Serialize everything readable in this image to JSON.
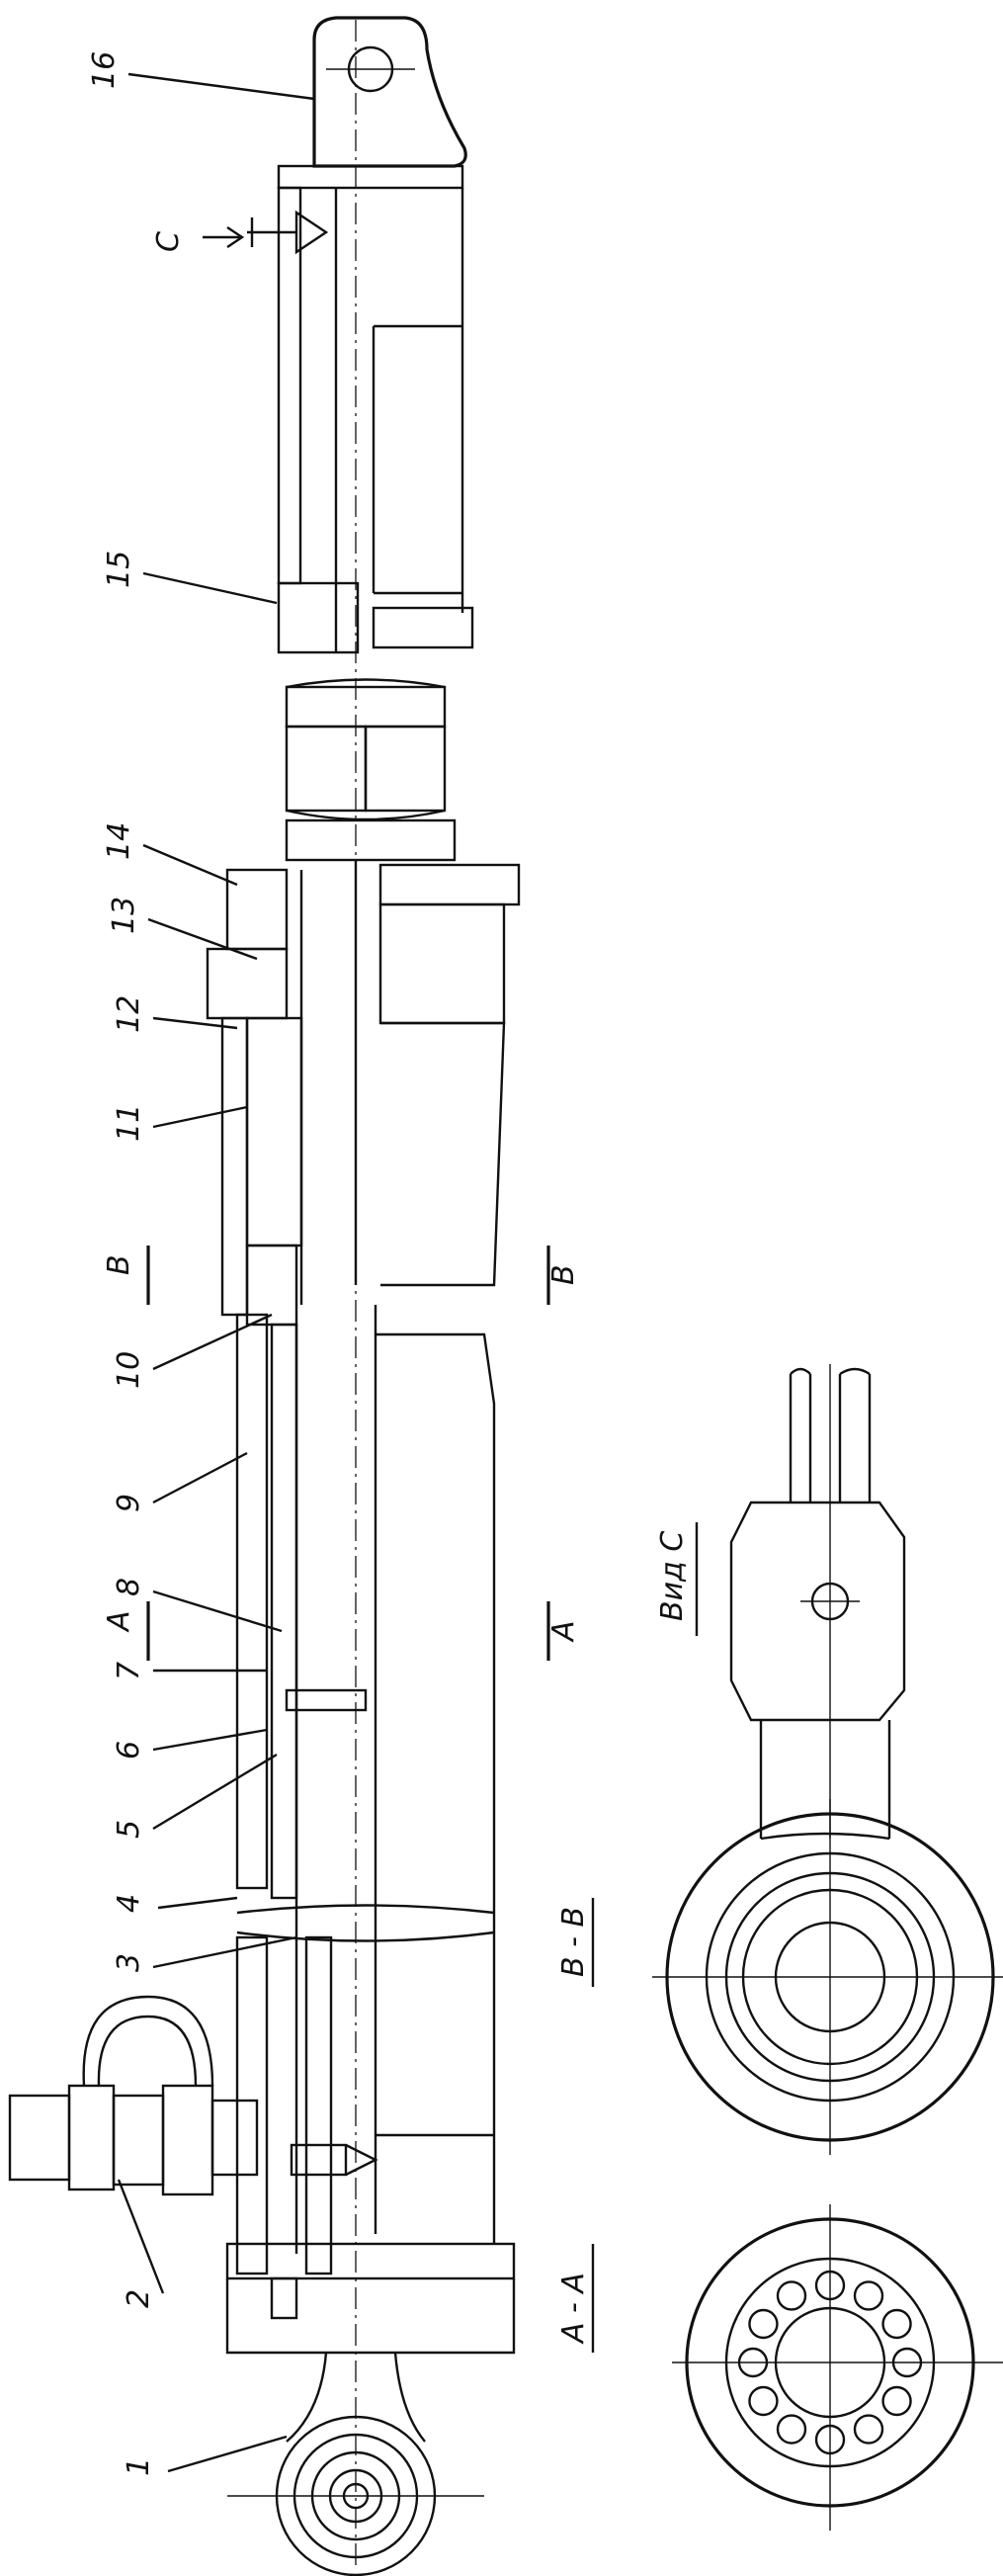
{
  "callouts": [
    "1",
    "2",
    "3",
    "4",
    "5",
    "6",
    "7",
    "8",
    "9",
    "10",
    "11",
    "12",
    "13",
    "14",
    "15",
    "16"
  ],
  "section_marks": {
    "a": "A",
    "b": "B"
  },
  "view_c_arrow": "C",
  "captions": {
    "view_c": "Вид С",
    "section_bb": "B - B",
    "section_aa": "A - A"
  },
  "colors": {
    "ink": "#111111",
    "paper": "#ffffff"
  }
}
